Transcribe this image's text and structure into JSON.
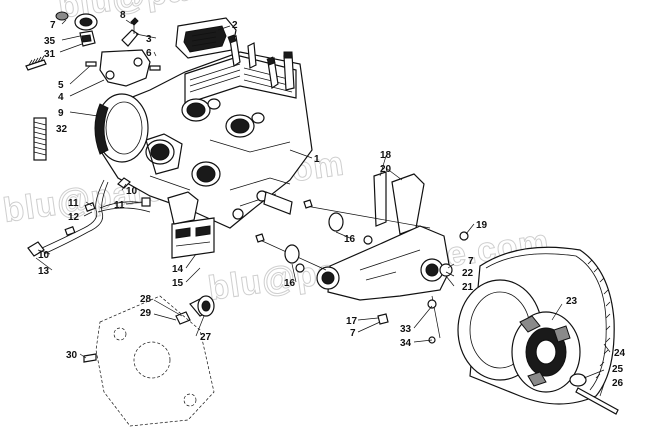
{
  "watermark": {
    "line1": "blu@partsfiche.com",
    "line2": "blu@partsfiche.com",
    "line3": "blu@partsfiche.com"
  },
  "callouts": {
    "c1": "1",
    "c2": "2",
    "c3": "3",
    "c4": "4",
    "c5": "5",
    "c6": "6",
    "c7a": "7",
    "c7b": "7",
    "c7c": "7",
    "c8": "8",
    "c9": "9",
    "c10a": "10",
    "c10b": "10",
    "c11a": "11",
    "c11b": "11",
    "c12": "12",
    "c13": "13",
    "c14": "14",
    "c15": "15",
    "c16a": "16",
    "c16b": "16",
    "c17": "17",
    "c18": "18",
    "c19": "19",
    "c20": "20",
    "c21": "21",
    "c22": "22",
    "c23": "23",
    "c24": "24",
    "c25": "25",
    "c26": "26",
    "c27": "27",
    "c28": "28",
    "c29": "29",
    "c30": "30",
    "c31": "31",
    "c32": "32",
    "c33": "33",
    "c34": "34",
    "c35": "35"
  }
}
